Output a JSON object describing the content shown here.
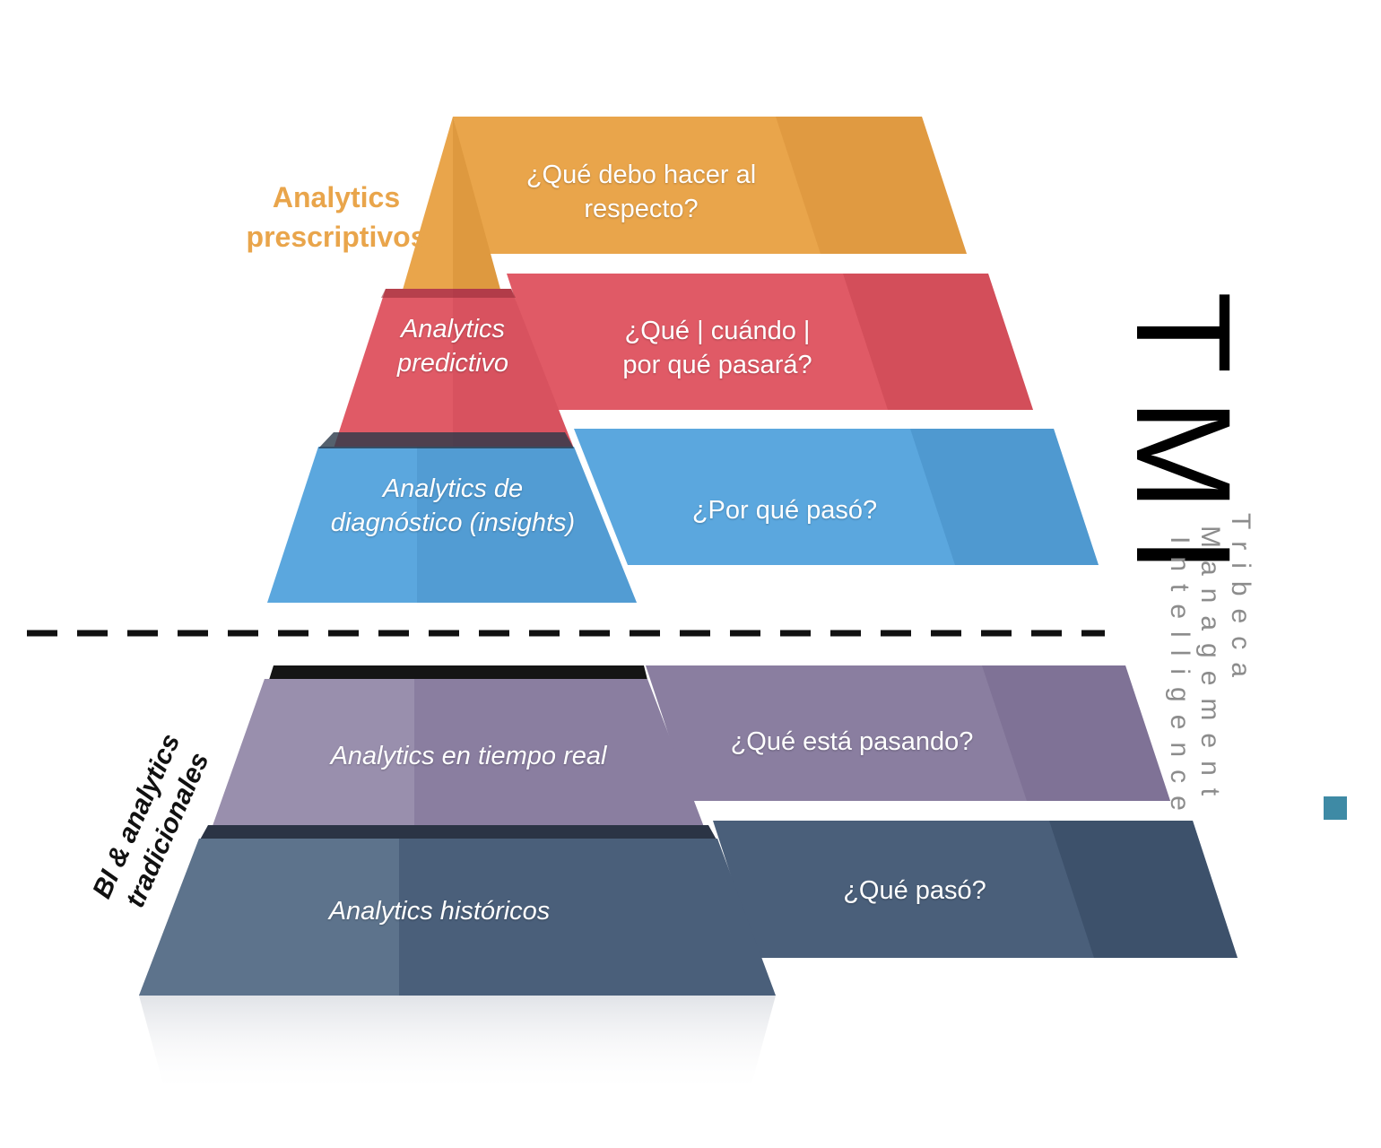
{
  "colors": {
    "orange": "#e9a54b",
    "red": "#e05a66",
    "blue": "#5ba7de",
    "purple": "#8a7ea0",
    "navy": "#4a5f7a",
    "accent_square": "#3e8aa5"
  },
  "tiers": {
    "prescriptive": {
      "name_line1": "Analytics",
      "name_line2": "prescriptivos",
      "question_line1": "¿Qué debo hacer al",
      "question_line2": "respecto?"
    },
    "predictive": {
      "name_line1": "Analytics",
      "name_line2": "predictivo",
      "question_line1": "¿Qué | cuándo |",
      "question_line2": "por qué pasará?"
    },
    "diagnostic": {
      "name_line1": "Analytics de",
      "name_line2": "diagnóstico (insights)",
      "question": "¿Por qué pasó?"
    },
    "realtime": {
      "name": "Analytics en tiempo real",
      "question": "¿Qué está pasando?"
    },
    "historical": {
      "name": "Analytics históricos",
      "question": "¿Qué pasó?"
    }
  },
  "side_label": {
    "line1": "BI & analytics",
    "line2": "tradicionales"
  },
  "brand": {
    "logo": "TMI",
    "line1": "Tribeca",
    "line2": "Management",
    "line3": "Intelligence"
  }
}
